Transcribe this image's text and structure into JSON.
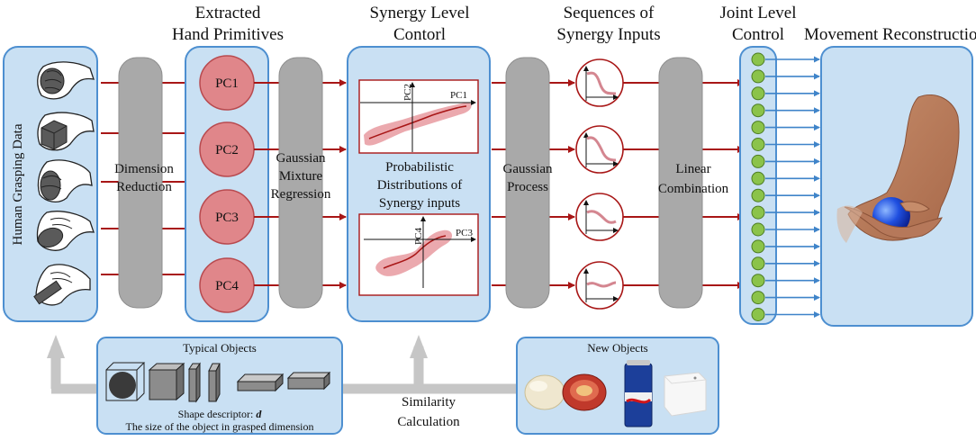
{
  "titles": {
    "extracted": [
      "Extracted",
      "Hand Primitives"
    ],
    "synergy_level": [
      "Synergy Level",
      "Contorl"
    ],
    "sequences": [
      "Sequences of",
      "Synergy Inputs"
    ],
    "joint_level": [
      "Joint Level",
      "Control"
    ],
    "movement": "Movement Reconstruction"
  },
  "left_panel": {
    "label": "Human Grasping Data"
  },
  "stages": {
    "dimension_reduction": [
      "Dimension",
      "Reduction"
    ],
    "gmr": [
      "Gaussian",
      "Mixture",
      "Regression"
    ],
    "gaussian_process": [
      "Gaussian",
      "Process"
    ],
    "linear_combination": [
      "Linear",
      "Combination"
    ]
  },
  "primitives": [
    "PC1",
    "PC2",
    "PC3",
    "PC4"
  ],
  "synergy_plots": {
    "top": {
      "x_axis": "PC1",
      "y_axis": "PC2"
    },
    "bottom": {
      "x_axis": "PC3",
      "y_axis": "PC4"
    },
    "caption": [
      "Probabilistic",
      "Distributions of",
      "Synergy inputs"
    ]
  },
  "typical_objects": {
    "title": "Typical Objects",
    "descriptor_prefix": "Shape descriptor: ",
    "descriptor_symbol": "d",
    "descriptor_line2": "The size of the object in grasped dimension"
  },
  "similarity": [
    "Similarity",
    "Calculation"
  ],
  "new_objects": {
    "title": "New Objects"
  },
  "colors": {
    "panel_fill": "#c9e0f3",
    "panel_border": "#4d8fd0",
    "pc_circle": "#e0868a",
    "flow_arrow": "#a81616",
    "joint_node": "#8bc34a",
    "joint_arrow": "#3f84c9",
    "stage_bar": "#a9a9a9"
  }
}
